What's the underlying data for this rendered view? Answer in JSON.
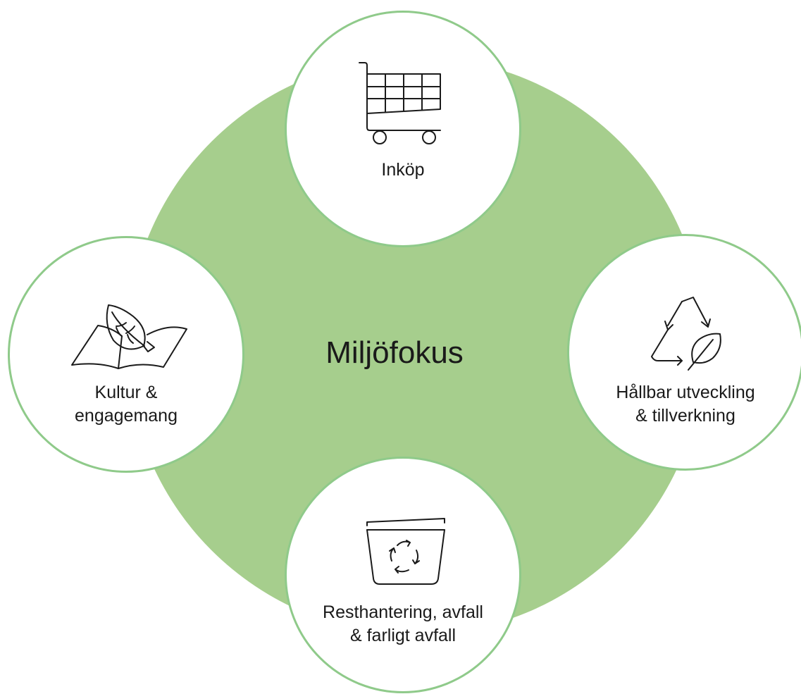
{
  "diagram": {
    "center_label": "Miljöfokus",
    "nodes": [
      {
        "id": "inkop",
        "label": "Inköp",
        "icon": "shopping-cart-icon"
      },
      {
        "id": "kultur",
        "label": "Kultur &\nengagemang",
        "icon": "book-leaf-icon"
      },
      {
        "id": "hallbar",
        "label": "Hållbar utveckling\n& tillverkning",
        "icon": "recycle-leaf-icon"
      },
      {
        "id": "rest",
        "label": "Resthantering, avfall\n& farligt avfall",
        "icon": "recycling-bin-icon"
      }
    ]
  },
  "colors": {
    "center_fill": "#a6ce8d",
    "node_border": "#8fca8a",
    "node_fill": "#ffffff",
    "text": "#1a1a1a",
    "icon_stroke": "#1a1a1a"
  }
}
